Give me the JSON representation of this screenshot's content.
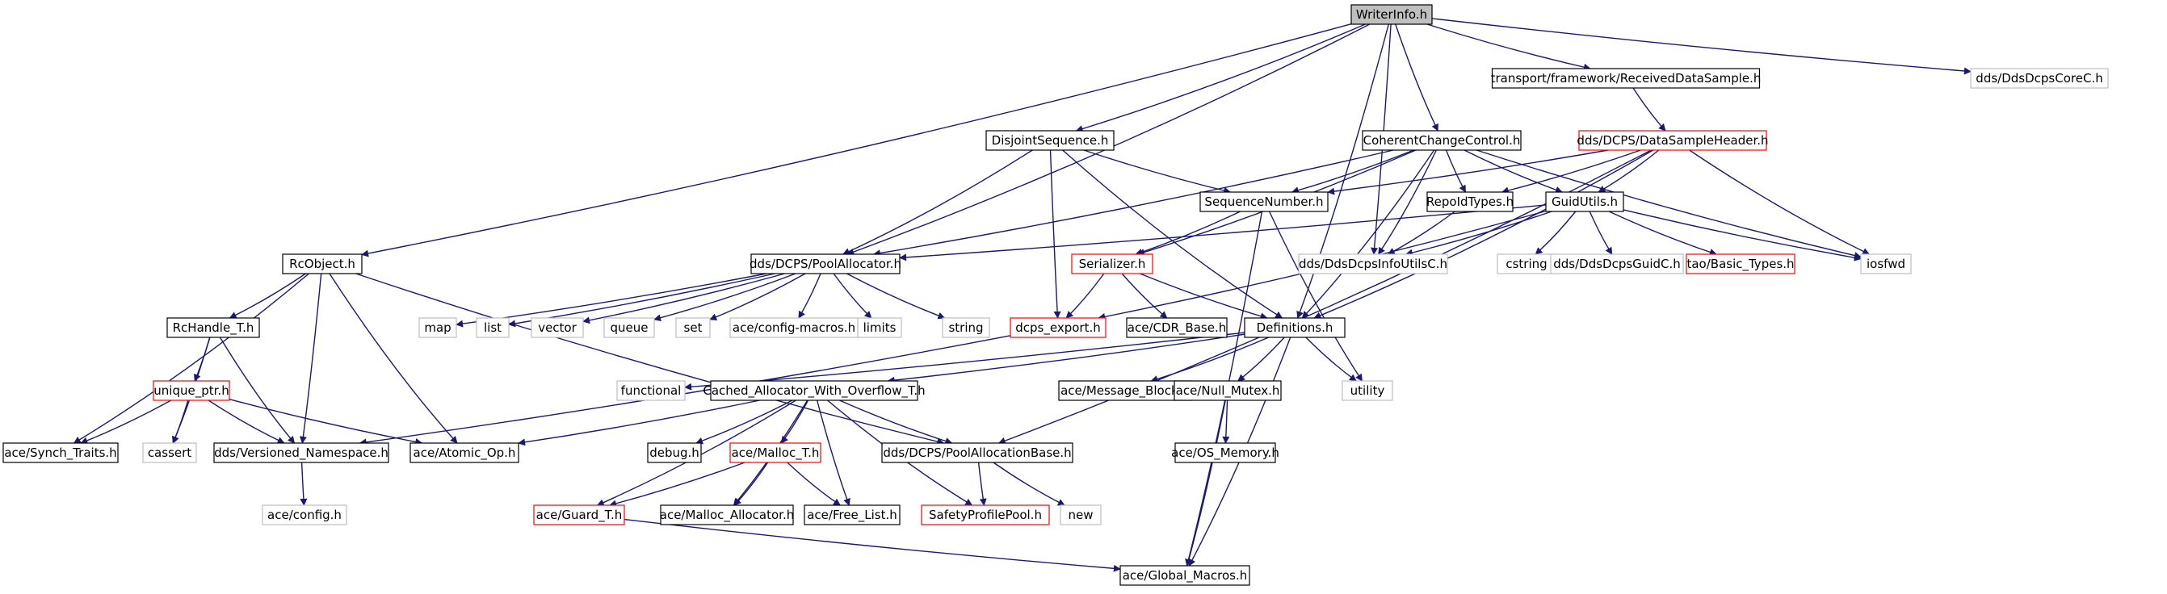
{
  "colors": {
    "edge": "#191970",
    "root_fill": "#bfbfbf",
    "border_normal": "#000000",
    "border_truncated": "#ff0000",
    "border_external": "#bfbfbf",
    "text": "#000000"
  },
  "nodes": {
    "writerinfo": {
      "label": "WriterInfo.h",
      "style": "root"
    },
    "received": {
      "label": "transport/framework/ReceivedDataSample.h",
      "style": "normal"
    },
    "corec": {
      "label": "dds/DdsDcpsCoreC.h",
      "style": "external"
    },
    "disjoint": {
      "label": "DisjointSequence.h",
      "style": "normal"
    },
    "coherent": {
      "label": "CoherentChangeControl.h",
      "style": "normal"
    },
    "dsheader": {
      "label": "dds/DCPS/DataSampleHeader.h",
      "style": "truncated"
    },
    "seqnum": {
      "label": "SequenceNumber.h",
      "style": "normal"
    },
    "repoid": {
      "label": "RepoIdTypes.h",
      "style": "normal"
    },
    "guidutils": {
      "label": "GuidUtils.h",
      "style": "normal"
    },
    "rcobject": {
      "label": "RcObject.h",
      "style": "normal"
    },
    "poolalloc": {
      "label": "dds/DCPS/PoolAllocator.h",
      "style": "normal"
    },
    "serializer": {
      "label": "Serializer.h",
      "style": "truncated"
    },
    "infoutils": {
      "label": "dds/DdsDcpsInfoUtilsC.h",
      "style": "external"
    },
    "cstring": {
      "label": "cstring",
      "style": "external"
    },
    "guidc": {
      "label": "dds/DdsDcpsGuidC.h",
      "style": "external"
    },
    "basictypes": {
      "label": "tao/Basic_Types.h",
      "style": "truncated"
    },
    "iosfwd": {
      "label": "iosfwd",
      "style": "external"
    },
    "rchandle": {
      "label": "RcHandle_T.h",
      "style": "normal"
    },
    "map": {
      "label": "map",
      "style": "external"
    },
    "list": {
      "label": "list",
      "style": "external"
    },
    "vector": {
      "label": "vector",
      "style": "external"
    },
    "queue": {
      "label": "queue",
      "style": "external"
    },
    "set": {
      "label": "set",
      "style": "external"
    },
    "configmacros": {
      "label": "ace/config-macros.h",
      "style": "external"
    },
    "limits": {
      "label": "limits",
      "style": "external"
    },
    "string": {
      "label": "string",
      "style": "external"
    },
    "dcpsexport": {
      "label": "dcps_export.h",
      "style": "truncated"
    },
    "cdrbase": {
      "label": "ace/CDR_Base.h",
      "style": "normal"
    },
    "definitions": {
      "label": "Definitions.h",
      "style": "normal"
    },
    "uniqueptr": {
      "label": "unique_ptr.h",
      "style": "truncated"
    },
    "functional": {
      "label": "functional",
      "style": "external"
    },
    "cached": {
      "label": "Cached_Allocator_With_Overflow_T.h",
      "style": "normal"
    },
    "msgblock": {
      "label": "ace/Message_Block.h",
      "style": "normal"
    },
    "nullmutex": {
      "label": "ace/Null_Mutex.h",
      "style": "normal"
    },
    "utility": {
      "label": "utility",
      "style": "external"
    },
    "synchtraits": {
      "label": "ace/Synch_Traits.h",
      "style": "normal"
    },
    "cassert": {
      "label": "cassert",
      "style": "external"
    },
    "versioned": {
      "label": "dds/Versioned_Namespace.h",
      "style": "normal"
    },
    "atomicop": {
      "label": "ace/Atomic_Op.h",
      "style": "normal"
    },
    "debug": {
      "label": "debug.h",
      "style": "normal"
    },
    "malloct": {
      "label": "ace/Malloc_T.h",
      "style": "truncated"
    },
    "poolallocbase": {
      "label": "dds/DCPS/PoolAllocationBase.h",
      "style": "normal"
    },
    "osmemory": {
      "label": "ace/OS_Memory.h",
      "style": "normal"
    },
    "aceconfig": {
      "label": "ace/config.h",
      "style": "external"
    },
    "guardt": {
      "label": "ace/Guard_T.h",
      "style": "truncated"
    },
    "mallocalloc": {
      "label": "ace/Malloc_Allocator.h",
      "style": "normal"
    },
    "freelist": {
      "label": "ace/Free_List.h",
      "style": "normal"
    },
    "safetypool": {
      "label": "SafetyProfilePool.h",
      "style": "truncated"
    },
    "new": {
      "label": "new",
      "style": "external"
    },
    "globalmacros": {
      "label": "ace/Global_Macros.h",
      "style": "normal"
    }
  },
  "edges": [
    [
      "writerinfo",
      "received"
    ],
    [
      "writerinfo",
      "corec"
    ],
    [
      "writerinfo",
      "disjoint"
    ],
    [
      "writerinfo",
      "coherent"
    ],
    [
      "writerinfo",
      "rcobject"
    ],
    [
      "writerinfo",
      "poolalloc"
    ],
    [
      "writerinfo",
      "infoutils"
    ],
    [
      "writerinfo",
      "definitions"
    ],
    [
      "received",
      "dsheader"
    ],
    [
      "disjoint",
      "seqnum"
    ],
    [
      "disjoint",
      "poolalloc"
    ],
    [
      "disjoint",
      "dcpsexport"
    ],
    [
      "disjoint",
      "definitions"
    ],
    [
      "coherent",
      "seqnum"
    ],
    [
      "coherent",
      "repoid"
    ],
    [
      "coherent",
      "guidutils"
    ],
    [
      "coherent",
      "poolalloc"
    ],
    [
      "coherent",
      "serializer"
    ],
    [
      "coherent",
      "infoutils"
    ],
    [
      "coherent",
      "iosfwd"
    ],
    [
      "coherent",
      "definitions"
    ],
    [
      "dsheader",
      "seqnum"
    ],
    [
      "dsheader",
      "repoid"
    ],
    [
      "dsheader",
      "guidutils"
    ],
    [
      "dsheader",
      "iosfwd"
    ],
    [
      "dsheader",
      "definitions"
    ],
    [
      "dsheader",
      "poolallocbase"
    ],
    [
      "seqnum",
      "serializer"
    ],
    [
      "seqnum",
      "utility"
    ],
    [
      "seqnum",
      "globalmacros"
    ],
    [
      "repoid",
      "infoutils"
    ],
    [
      "guidutils",
      "poolalloc"
    ],
    [
      "guidutils",
      "infoutils"
    ],
    [
      "guidutils",
      "cstring"
    ],
    [
      "guidutils",
      "guidc"
    ],
    [
      "guidutils",
      "basictypes"
    ],
    [
      "guidutils",
      "iosfwd"
    ],
    [
      "guidutils",
      "dcpsexport"
    ],
    [
      "rcobject",
      "rchandle"
    ],
    [
      "rcobject",
      "synchtraits"
    ],
    [
      "rcobject",
      "versioned"
    ],
    [
      "rcobject",
      "atomicop"
    ],
    [
      "rcobject",
      "poolallocbase"
    ],
    [
      "poolalloc",
      "map"
    ],
    [
      "poolalloc",
      "list"
    ],
    [
      "poolalloc",
      "vector"
    ],
    [
      "poolalloc",
      "queue"
    ],
    [
      "poolalloc",
      "set"
    ],
    [
      "poolalloc",
      "configmacros"
    ],
    [
      "poolalloc",
      "limits"
    ],
    [
      "poolalloc",
      "string"
    ],
    [
      "serializer",
      "dcpsexport"
    ],
    [
      "serializer",
      "cdrbase"
    ],
    [
      "serializer",
      "definitions"
    ],
    [
      "rchandle",
      "uniqueptr"
    ],
    [
      "rchandle",
      "cassert"
    ],
    [
      "rchandle",
      "versioned"
    ],
    [
      "dcpsexport",
      "versioned"
    ],
    [
      "definitions",
      "functional"
    ],
    [
      "definitions",
      "cached"
    ],
    [
      "definitions",
      "msgblock"
    ],
    [
      "definitions",
      "nullmutex"
    ],
    [
      "definitions",
      "utility"
    ],
    [
      "definitions",
      "globalmacros"
    ],
    [
      "uniqueptr",
      "synchtraits"
    ],
    [
      "uniqueptr",
      "cassert"
    ],
    [
      "uniqueptr",
      "versioned"
    ],
    [
      "uniqueptr",
      "atomicop"
    ],
    [
      "cached",
      "atomicop"
    ],
    [
      "cached",
      "debug"
    ],
    [
      "cached",
      "malloct"
    ],
    [
      "cached",
      "poolallocbase"
    ],
    [
      "cached",
      "guardt"
    ],
    [
      "cached",
      "mallocalloc"
    ],
    [
      "cached",
      "freelist"
    ],
    [
      "cached",
      "safetypool"
    ],
    [
      "nullmutex",
      "osmemory"
    ],
    [
      "nullmutex",
      "globalmacros"
    ],
    [
      "versioned",
      "aceconfig"
    ],
    [
      "malloct",
      "guardt"
    ],
    [
      "malloct",
      "mallocalloc"
    ],
    [
      "malloct",
      "freelist"
    ],
    [
      "poolallocbase",
      "safetypool"
    ],
    [
      "poolallocbase",
      "new"
    ],
    [
      "guardt",
      "globalmacros"
    ]
  ]
}
